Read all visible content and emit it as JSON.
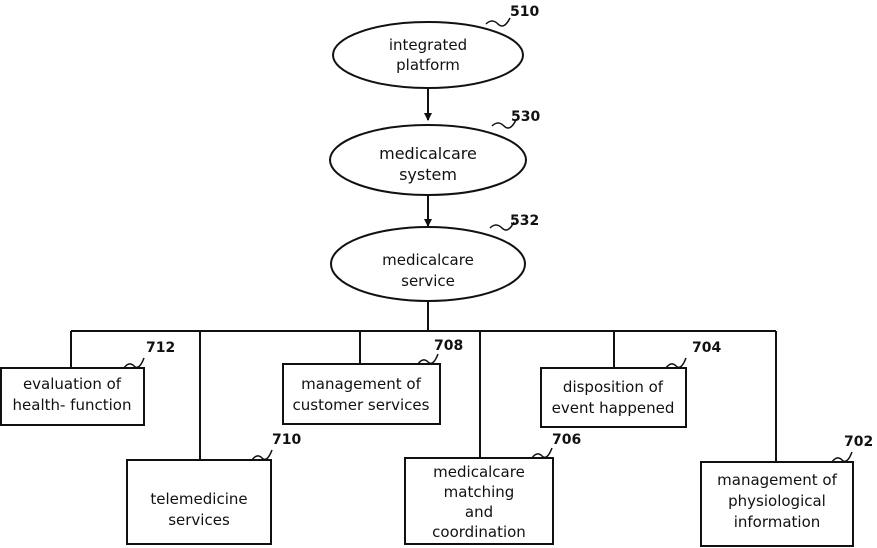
{
  "nodes": [
    {
      "id": "integrated-platform",
      "ref": "510",
      "lines": [
        "integrated",
        "platform"
      ]
    },
    {
      "id": "medicalcare-system",
      "ref": "530",
      "lines": [
        "medicalcare",
        "system"
      ]
    },
    {
      "id": "medicalcare-service",
      "ref": "532",
      "lines": [
        "medicalcare",
        "service"
      ]
    },
    {
      "id": "evaluation-of-health-function",
      "ref": "712",
      "lines": [
        "evaluation of",
        "health- function"
      ]
    },
    {
      "id": "telemedicine-services",
      "ref": "710",
      "lines": [
        "telemedicine",
        "services"
      ]
    },
    {
      "id": "management-of-customer-services",
      "ref": "708",
      "lines": [
        "management of",
        "customer services"
      ]
    },
    {
      "id": "medicalcare-matching-and-coordination",
      "ref": "706",
      "lines": [
        "medicalcare",
        "matching",
        "and",
        "coordination"
      ]
    },
    {
      "id": "disposition-of-event-happened",
      "ref": "704",
      "lines": [
        "disposition of",
        "event happened"
      ]
    },
    {
      "id": "management-of-physiological-information",
      "ref": "702",
      "lines": [
        "management of",
        "physiological",
        "information"
      ]
    }
  ]
}
